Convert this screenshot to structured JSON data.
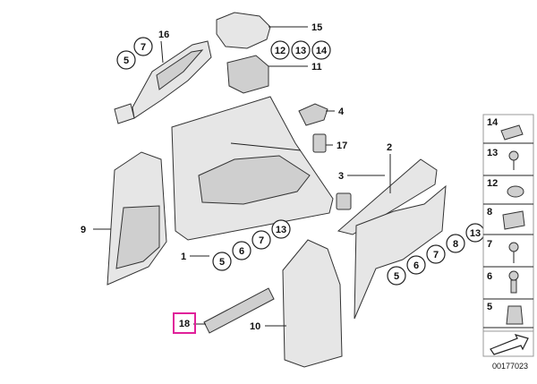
{
  "labels": {
    "l1": "1",
    "l2": "2",
    "l3": "3",
    "l4": "4",
    "l9": "9",
    "l10": "10",
    "l11": "11",
    "l15": "15",
    "l16": "16",
    "l17": "17",
    "l18": "18"
  },
  "circles": {
    "c16_5": "5",
    "c16_7": "7",
    "c15_12": "12",
    "c15_13": "13",
    "c15_14": "14",
    "c1_5": "5",
    "c1_6": "6",
    "c1_7": "7",
    "c1_13": "13",
    "c2_5": "5",
    "c2_6": "6",
    "c2_7": "7",
    "c2_8": "8",
    "c2_13": "13"
  },
  "sidebar": {
    "items": [
      "14",
      "13",
      "12",
      "8",
      "7",
      "6",
      "5"
    ]
  },
  "diagram_id": "00177023",
  "colors": {
    "highlight": "#e0209a"
  }
}
